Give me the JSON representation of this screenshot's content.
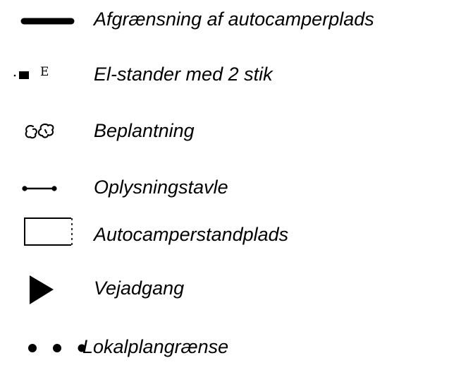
{
  "legend": {
    "items": [
      {
        "id": "camper-site-boundary",
        "label": "Afgrænsning af autocamperplads",
        "icon": "thick-line-icon"
      },
      {
        "id": "power-post",
        "label": "El-stander med 2 stik",
        "icon": "power-post-icon",
        "symbol_letter": "E"
      },
      {
        "id": "planting",
        "label": "Beplantning",
        "icon": "shrub-icon"
      },
      {
        "id": "info-board",
        "label": "Oplysningstavle",
        "icon": "info-board-icon"
      },
      {
        "id": "camper-pitch",
        "label": "Autocamperstandplads",
        "icon": "pitch-rectangle-icon"
      },
      {
        "id": "road-access",
        "label": "Vejadgang",
        "icon": "triangle-arrow-icon"
      },
      {
        "id": "plan-boundary",
        "label": "Lokalplangrænse",
        "icon": "dotted-line-icon"
      }
    ]
  },
  "colors": {
    "background": "#ffffff",
    "ink": "#000000"
  }
}
